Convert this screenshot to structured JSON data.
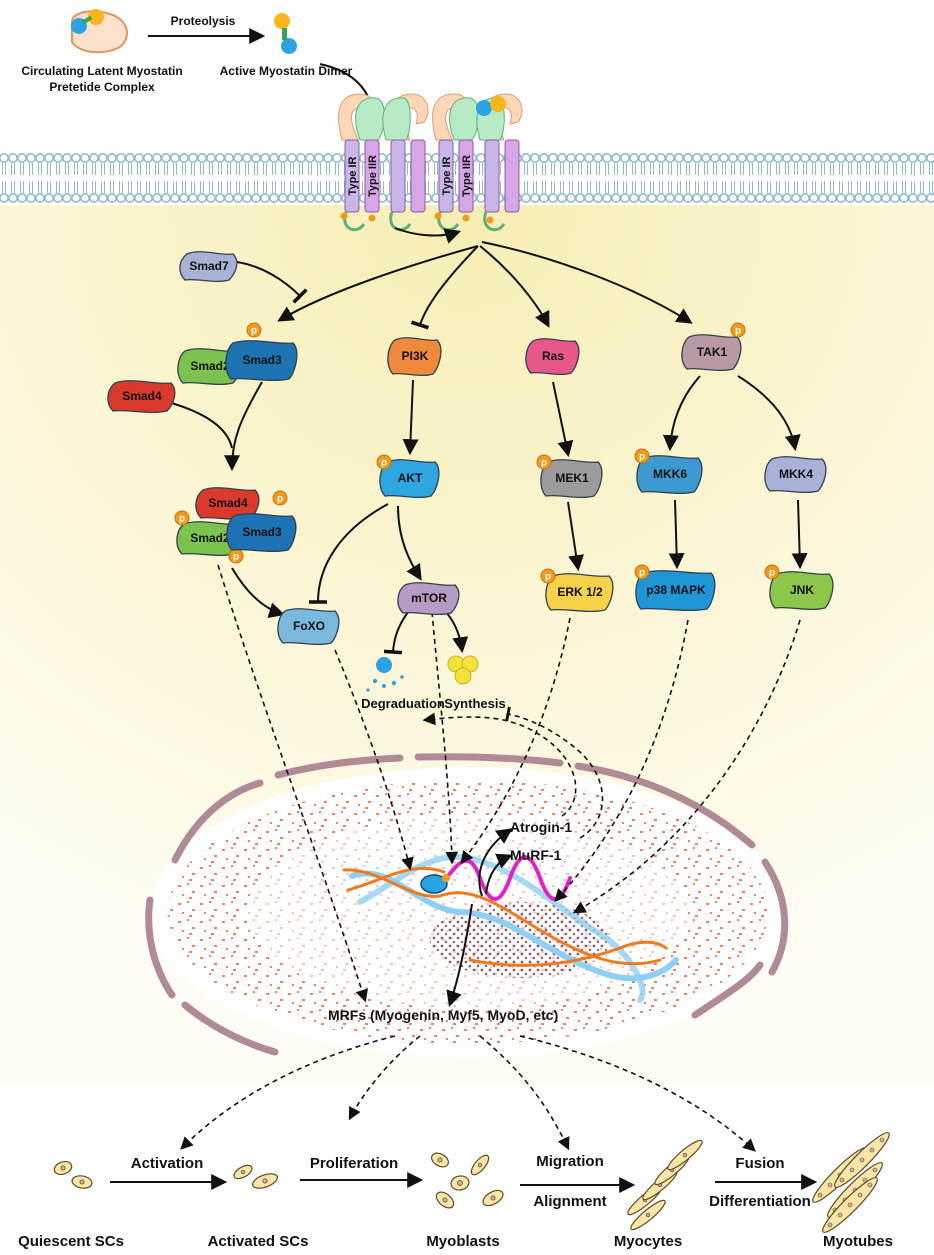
{
  "extracellular": {
    "latent_complex_label_1": "Circulating Latent Myostatin",
    "latent_complex_label_2": "Pretetide Complex",
    "proteolysis_label": "Proteolysis",
    "active_dimer_label": "Active Myostatin Dimer"
  },
  "receptors": {
    "type1": "Type IR",
    "type2": "Type IIR"
  },
  "phospho_label": "p",
  "molecules": {
    "smad7": "Smad7",
    "smad2": "Smad2",
    "smad3": "Smad3",
    "smad4": "Smad4",
    "pi3k": "PI3K",
    "akt": "AKT",
    "mtor": "mTOR",
    "foxo": "FoXO",
    "ras": "Ras",
    "mek1": "MEK1",
    "erk": "ERK 1/2",
    "tak1": "TAK1",
    "mkk6": "MKK6",
    "mkk4": "MKK4",
    "p38": "p38 MAPK",
    "jnk": "JNK"
  },
  "processes": {
    "degradation": "Degraduation",
    "synthesis": "Synthesis"
  },
  "nucleus": {
    "atrogin": "Atrogin-1",
    "murf": "MuRF-1",
    "mrfs": "MRFs (Myogenin, Myf5, MyoD, etc)"
  },
  "myogenesis": {
    "steps": [
      "Activation",
      "Proliferation",
      "Migration",
      "Alignment",
      "Fusion",
      "Differentiation"
    ],
    "cells": [
      "Quiescent SCs",
      "Activated SCs",
      "Myoblasts",
      "Myocytes",
      "Myotubes"
    ]
  },
  "colors": {
    "membrane": "#8fb9cf",
    "cytoplasm": "#fbf5d3",
    "nucleus_envelope": "#b08a95",
    "speckle": "#e65a2a",
    "phospho": "#f39a1a",
    "smad2": "#7cc24e",
    "smad3": "#1d73b3",
    "smad4": "#d93a2b",
    "smad7": "#a9b2d6",
    "pi3k": "#f08a3a",
    "akt": "#2ea6df",
    "mtor": "#b59bc6",
    "foxo": "#7ab8de",
    "ras": "#e7588a",
    "mek1": "#9b9b9b",
    "erk": "#f5d24a",
    "tak1": "#b79aa6",
    "mkk6": "#3d9ad1",
    "mkk4": "#a9b2d6",
    "p38": "#1f96d6",
    "jnk": "#8cc64a"
  }
}
